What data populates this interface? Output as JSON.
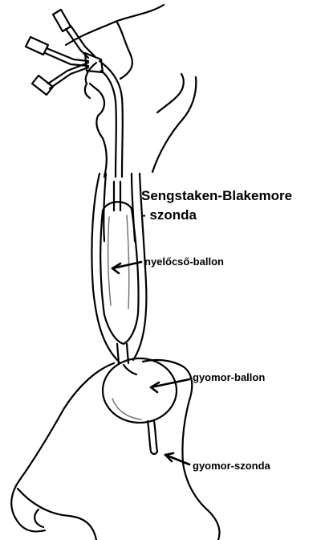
{
  "diagram": {
    "title_line1": "Sengstaken-Blakemore",
    "title_line2": "- szonda",
    "labels": {
      "esophageal_balloon": "nyelőcső-ballon",
      "gastric_balloon": "gyomor-ballon",
      "gastric_tube": "gyomor-szonda"
    }
  },
  "colors": {
    "ink": "#000000",
    "background": "#ffffff",
    "balloon_shade": "#6e6e6e"
  }
}
